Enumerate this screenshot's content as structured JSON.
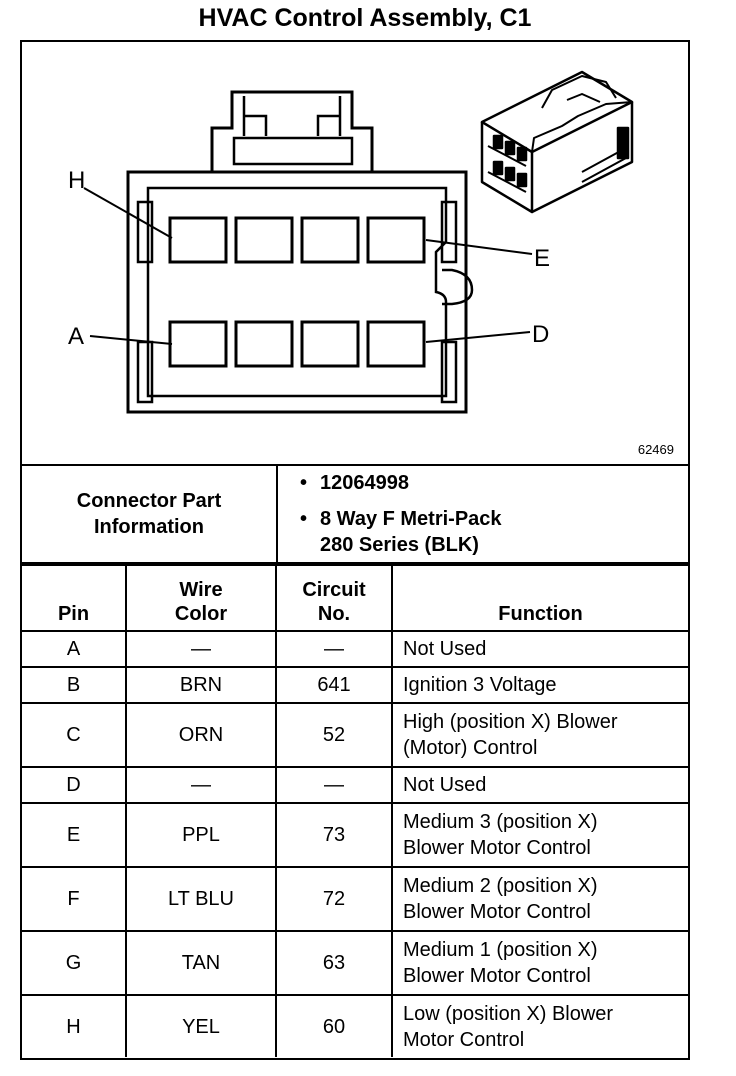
{
  "title": "HVAC Control Assembly, C1",
  "figure_number": "62469",
  "diagram": {
    "labels": {
      "h": "H",
      "e": "E",
      "a": "A",
      "d": "D"
    }
  },
  "connector_info": {
    "label_line1": "Connector Part",
    "label_line2": "Information",
    "bullet": "•",
    "part_number": "12064998",
    "type_line1": "8 Way F Metri-Pack",
    "type_line2": "280 Series (BLK)"
  },
  "table": {
    "headers": {
      "pin": "Pin",
      "wire_color": "Wire\nColor",
      "circuit_no": "Circuit\nNo.",
      "function": "Function"
    },
    "rows": [
      {
        "pin": "A",
        "wire_color": "—",
        "circuit": "—",
        "function": "Not Used"
      },
      {
        "pin": "B",
        "wire_color": "BRN",
        "circuit": "641",
        "function": "Ignition 3 Voltage"
      },
      {
        "pin": "C",
        "wire_color": "ORN",
        "circuit": "52",
        "function": "High (position X) Blower\n(Motor) Control"
      },
      {
        "pin": "D",
        "wire_color": "—",
        "circuit": "—",
        "function": "Not Used"
      },
      {
        "pin": "E",
        "wire_color": "PPL",
        "circuit": "73",
        "function": "Medium 3 (position X)\nBlower Motor Control"
      },
      {
        "pin": "F",
        "wire_color": "LT BLU",
        "circuit": "72",
        "function": "Medium 2 (position X)\nBlower Motor Control"
      },
      {
        "pin": "G",
        "wire_color": "TAN",
        "circuit": "63",
        "function": "Medium 1 (position X)\nBlower Motor Control"
      },
      {
        "pin": "H",
        "wire_color": "YEL",
        "circuit": "60",
        "function": "Low (position X) Blower\nMotor Control"
      }
    ]
  }
}
